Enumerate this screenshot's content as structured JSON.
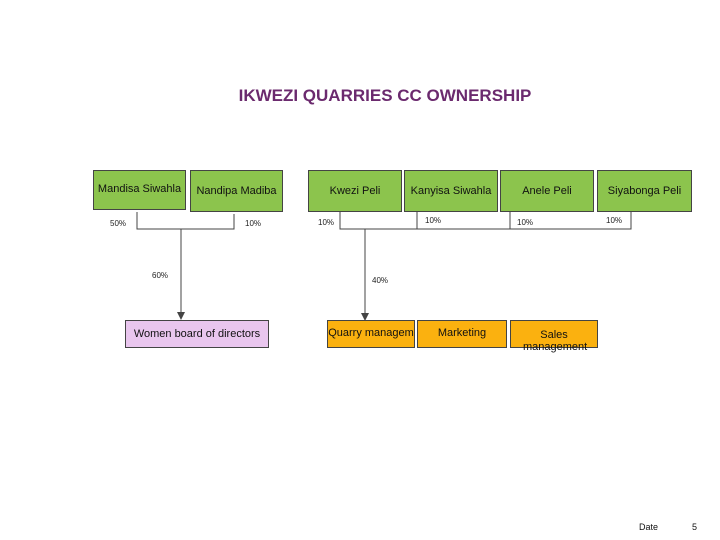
{
  "title": "IKWEZI QUARRIES CC OWNERSHIP",
  "owners": [
    "Mandisa Siwahla",
    "Nandipa Madiba",
    "Kwezi Peli",
    "Kanyisa Siwahla",
    "Anele Peli",
    "Siyabonga Peli"
  ],
  "shares": [
    "50%",
    "10%",
    "10%",
    "10%",
    "10%",
    "10%"
  ],
  "group_totals": [
    "60%",
    "40%"
  ],
  "entities": {
    "board": "Women board of directors",
    "quarry": "Quarry managem",
    "marketing": "Marketing",
    "sales": "Sales management"
  },
  "footer": {
    "label": "Date",
    "page": "5"
  },
  "colors": {
    "title": "#6b2a6e",
    "owner_box": "#8cc44d",
    "board_box": "#e9c6ee",
    "division_box": "#fbb10f"
  }
}
